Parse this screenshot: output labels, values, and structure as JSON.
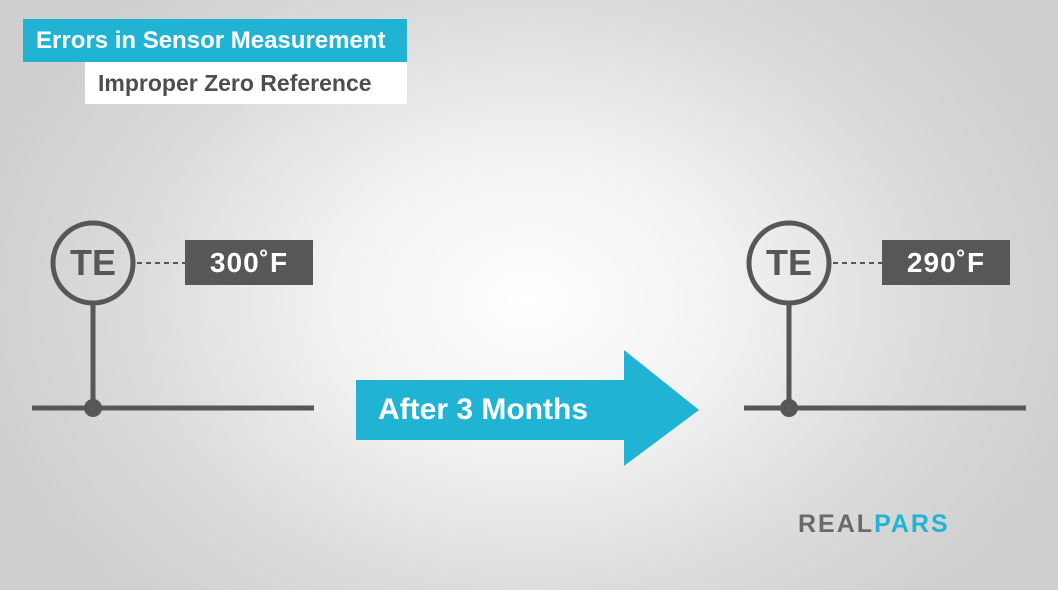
{
  "header": {
    "title": "Errors in Sensor Measurement",
    "subtitle": "Improper Zero Reference"
  },
  "colors": {
    "accent": "#21b3d3",
    "instrument": "#575757",
    "readout_bg": "#575757",
    "background_center": "#ffffff",
    "background_edge": "#cfcfcf"
  },
  "left_instrument": {
    "tag": "TE",
    "reading": "300˚F"
  },
  "arrow": {
    "label": "After 3 Months"
  },
  "right_instrument": {
    "tag": "TE",
    "reading": "290˚F"
  },
  "logo": {
    "part1": "REAL",
    "part2": "PARS"
  }
}
